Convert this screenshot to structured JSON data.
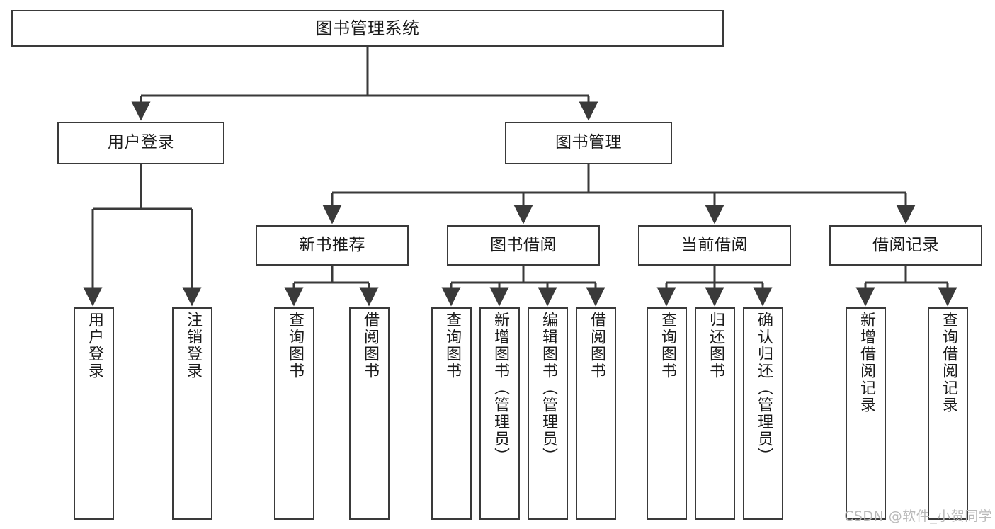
{
  "diagram": {
    "title": "图书管理系统",
    "watermark": "CSDN @软件_小贺同学",
    "colors": {
      "stroke": "#3a3a3a",
      "text": "#1b1b1b",
      "background": "#ffffff",
      "watermark": "#b9b9b9"
    },
    "nodes": {
      "root": "图书管理系统",
      "user_login": "用户登录",
      "book_manage": "图书管理",
      "new_book_recommend": "新书推荐",
      "book_borrow": "图书借阅",
      "current_borrow": "当前借阅",
      "borrow_record": "借阅记录",
      "leaf_user_login": "用户登录",
      "leaf_user_logout": "注销登录",
      "leaf_nr_query_book": "查询图书",
      "leaf_nr_borrow_book": "借阅图书",
      "leaf_bb_query_book": "查询图书",
      "leaf_bb_add_book": "新增图书（管理员）",
      "leaf_bb_edit_book": "编辑图书（管理员）",
      "leaf_bb_borrow_book": "借阅图书",
      "leaf_cb_query_book": "查询图书",
      "leaf_cb_return_book": "归还图书",
      "leaf_cb_confirm_return": "确认归还（管理员）",
      "leaf_br_add_record": "新增借阅记录",
      "leaf_br_query_record": "查询借阅记录"
    }
  }
}
